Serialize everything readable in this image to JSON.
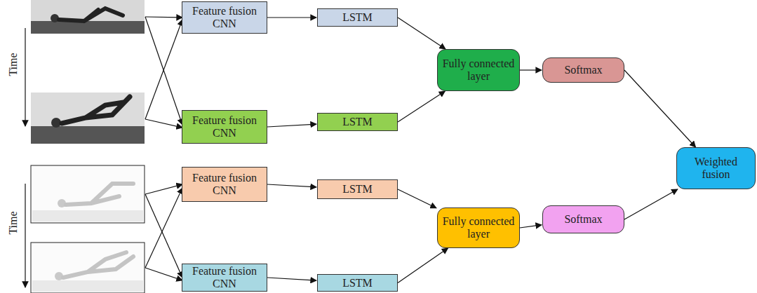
{
  "diagram": {
    "nodes": [
      {
        "text": [
          "Feature fusion CNN"
        ]
      },
      {
        "text": [
          "LSTM"
        ]
      },
      {
        "text": [
          "Fully connected layer"
        ]
      },
      {
        "text": [
          "Softmax"
        ]
      },
      {
        "text": [
          "Feature fusion CNN"
        ]
      },
      {
        "text": [
          "LSTM"
        ]
      },
      {
        "text": [
          "Weighted fusion"
        ]
      },
      {
        "text": [
          "Feature fusion CNN"
        ]
      },
      {
        "text": [
          "LSTM"
        ]
      },
      {
        "text": [
          "Fully connected layer"
        ]
      },
      {
        "text": [
          "Softmax"
        ]
      },
      {
        "text": [
          "Feature fusion CNN"
        ]
      },
      {
        "text": [
          "LSTM"
        ]
      }
    ],
    "edges": [
      {
        "from": 0,
        "to": 1,
        "arrow": "to"
      },
      {
        "from": 4,
        "to": 5,
        "arrow": "to"
      },
      {
        "from": 1,
        "to": 2,
        "arrow": "to"
      },
      {
        "from": 5,
        "to": 2,
        "arrow": "to"
      },
      {
        "from": 2,
        "to": 3,
        "arrow": "to"
      },
      {
        "from": 3,
        "to": 6,
        "arrow": "to"
      },
      {
        "from": 7,
        "to": 8,
        "arrow": "to"
      },
      {
        "from": 11,
        "to": 12,
        "arrow": "to"
      },
      {
        "from": 8,
        "to": 9,
        "arrow": "to"
      },
      {
        "from": 12,
        "to": 9,
        "arrow": "to"
      },
      {
        "from": 9,
        "to": 10,
        "arrow": "to"
      },
      {
        "from": 10,
        "to": 6,
        "arrow": "to"
      }
    ],
    "labels": [
      "Time",
      "Time"
    ]
  }
}
